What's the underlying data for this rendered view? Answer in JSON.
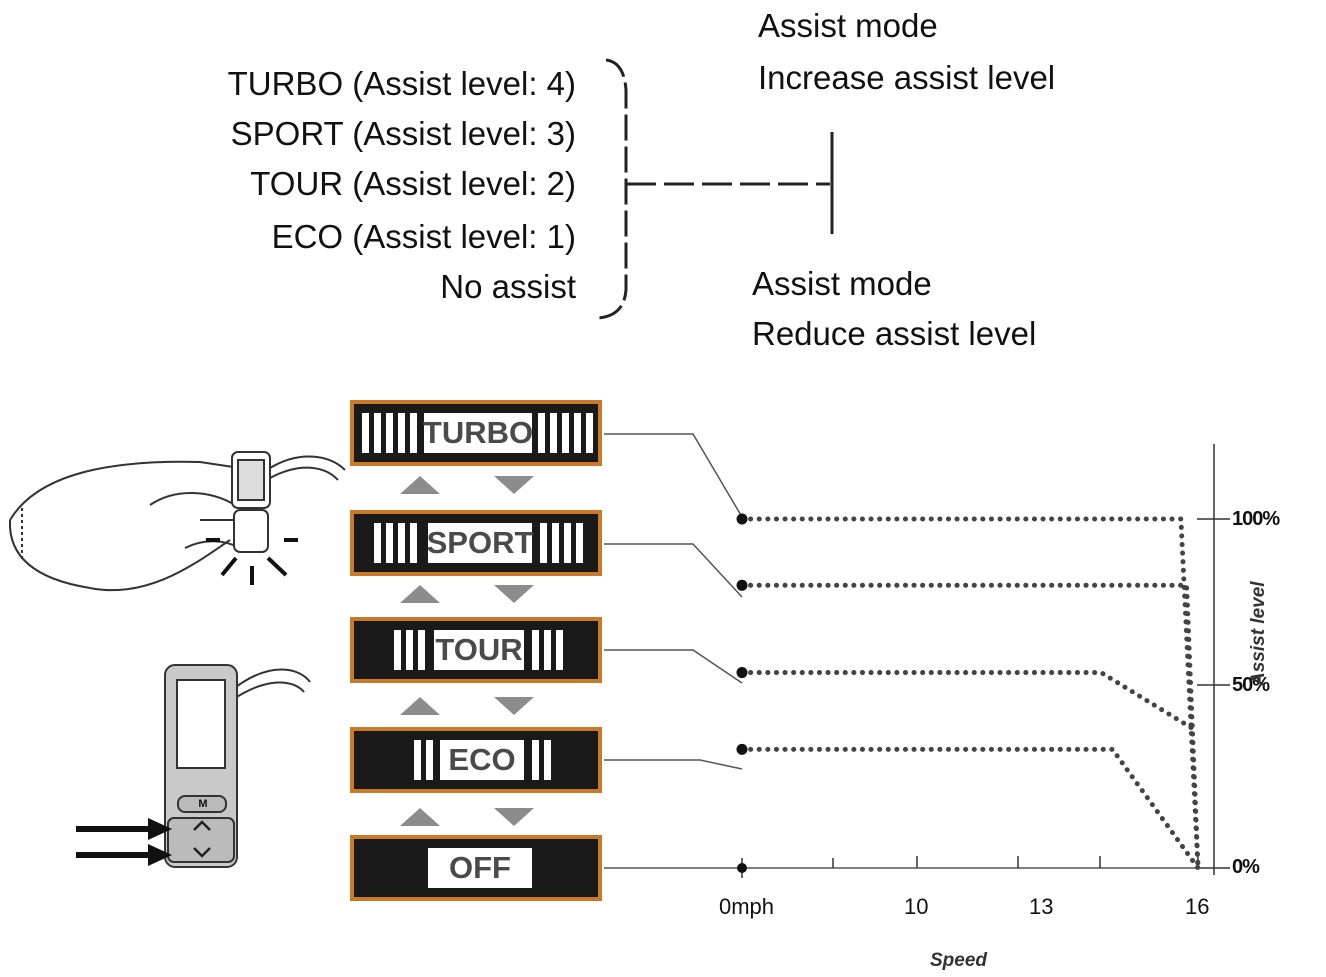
{
  "levels": {
    "turbo": "TURBO (Assist level: 4)",
    "sport": "SPORT (Assist level: 3)",
    "tour": "TOUR (Assist level: 2)",
    "eco": "ECO (Assist level: 1)",
    "none": "No assist"
  },
  "increase": {
    "line1": "Assist mode",
    "line2": "Increase assist level"
  },
  "reduce": {
    "line1": "Assist mode",
    "line2": "Reduce assist level"
  },
  "panels": {
    "turbo": "TURBO",
    "sport": "SPORT",
    "tour": "TOUR",
    "eco": "ECO",
    "off": "OFF"
  },
  "switch_label": "M",
  "chart_data": {
    "type": "line",
    "xlabel": "Speed",
    "ylabel": "Assist level",
    "x_ticks": [
      "0mph",
      "10",
      "13",
      "16"
    ],
    "y_ticks": [
      "100%",
      "50%",
      "0%"
    ],
    "series": [
      {
        "name": "TURBO",
        "points": [
          [
            0,
            100
          ],
          [
            15.4,
            100
          ],
          [
            16,
            0
          ]
        ]
      },
      {
        "name": "SPORT",
        "points": [
          [
            0,
            81
          ],
          [
            15.6,
            81
          ],
          [
            16,
            0
          ]
        ]
      },
      {
        "name": "TOUR",
        "points": [
          [
            0,
            56
          ],
          [
            12.6,
            56
          ],
          [
            15.8,
            40
          ]
        ]
      },
      {
        "name": "ECO",
        "points": [
          [
            0,
            34
          ],
          [
            13,
            34
          ],
          [
            16,
            0
          ]
        ]
      }
    ]
  }
}
